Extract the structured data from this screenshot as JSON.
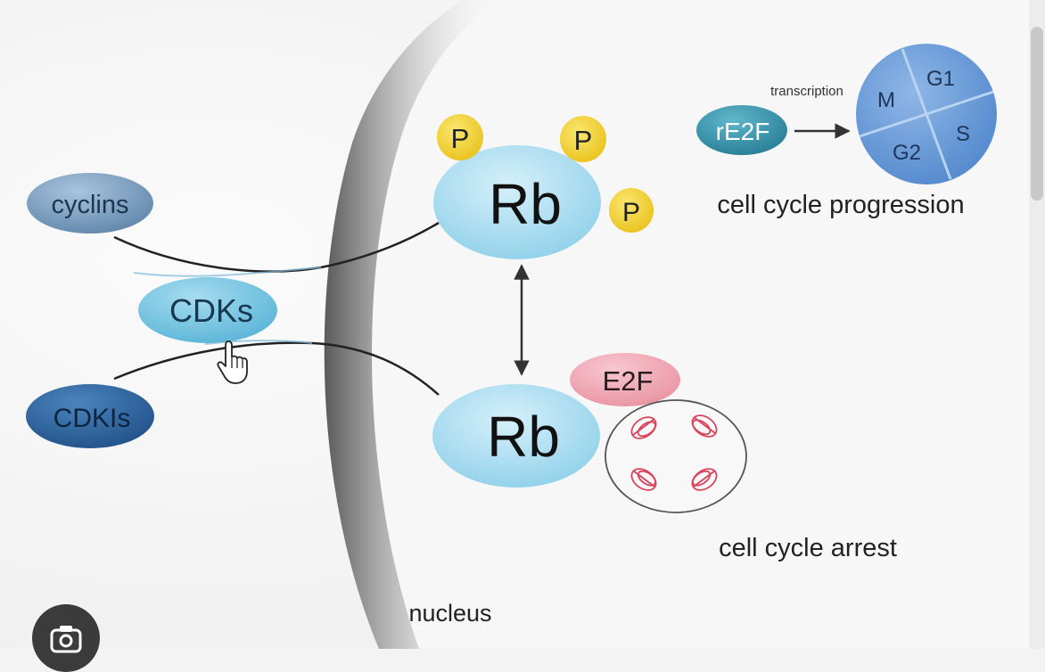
{
  "diagram": {
    "molecules": {
      "cyclins": "cyclins",
      "cdks": "CDKs",
      "cdkis": "CDKIs",
      "rb_top": "Rb",
      "rb_bottom": "Rb",
      "phosphate": "P",
      "re2f": "rE2F",
      "e2f": "E2F"
    },
    "labels": {
      "transcription": "transcription",
      "cell_cycle_progression": "cell cycle progression",
      "cell_cycle_arrest": "cell cycle arrest",
      "nucleus": "nucleus"
    },
    "cell_cycle_phases": [
      "M",
      "G1",
      "G2",
      "S"
    ]
  },
  "colors": {
    "rb": "#a9dcef",
    "phosphate": "#f2d22e",
    "e2f": "#f0a6b4",
    "re2f": "#2f8fa6",
    "cyclins": "#6f93b3",
    "cdks": "#6bbfdd",
    "cdkis": "#2a5f96",
    "cycle_disk": "#5b90d2",
    "chromatin": "#d9435b"
  },
  "icons": {
    "cursor": "hand-pointer-icon",
    "lens": "camera-lens-icon"
  }
}
